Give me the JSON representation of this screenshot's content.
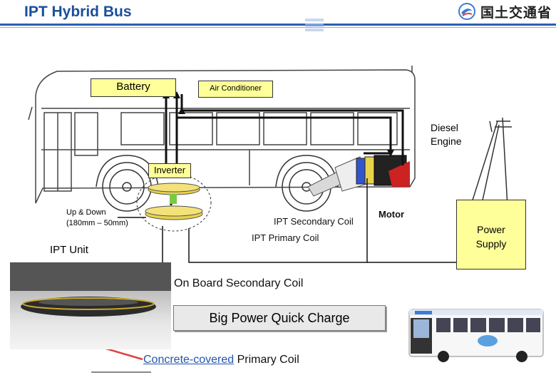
{
  "header": {
    "title": "IPT Hybrid Bus",
    "logo_text": "国土交通省"
  },
  "labels": {
    "battery": "Battery",
    "air_conditioner": "Air Conditioner",
    "diesel_engine_line1": "Diesel",
    "diesel_engine_line2": "Engine",
    "inverter": "Inverter",
    "up_down_line1": "Up & Down",
    "up_down_line2": "(180mm – 50mm)",
    "ipt_secondary_coil": "IPT Secondary Coil",
    "motor": "Motor",
    "power_supply_line1": "Power",
    "power_supply_line2": "Supply",
    "ipt_primary_coil": "IPT Primary Coil",
    "ipt_unit": "IPT Unit",
    "on_board_secondary_coil": "On Board Secondary Coil",
    "big_power_quick_charge": "Big Power Quick Charge",
    "concrete_covered": "Concrete-covered",
    "primary_coil": "Primary Coil"
  },
  "colors": {
    "title": "#1a4f9c",
    "label_fill": "#ffff99",
    "arrow": "#e04040",
    "coil": "#e8d24a",
    "flow_line": "#111111"
  },
  "icons": {
    "logo": "ministry-logo-icon",
    "bus_photo": "bus-photo-icon",
    "coil_photo": "coil-photo-icon",
    "utility_pole": "utility-pole-icon"
  }
}
